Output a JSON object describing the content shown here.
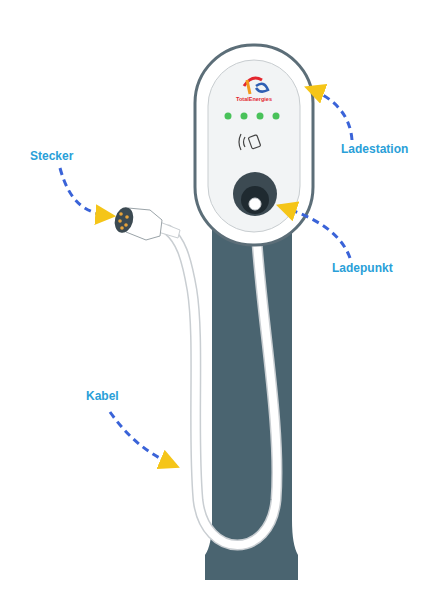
{
  "diagram": {
    "labels": [
      "Ladestation",
      "Stecker",
      "Ladepunkt",
      "Kabel",
      "TotalEnergies"
    ]
  }
}
